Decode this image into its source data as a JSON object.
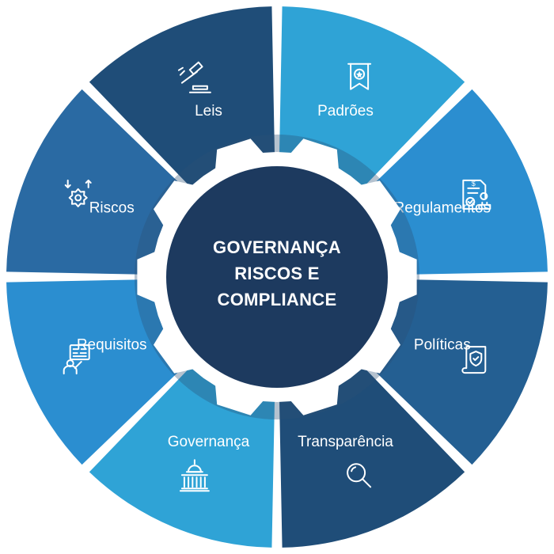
{
  "center": {
    "lines": [
      "GOVERNANÇA",
      "RISCOS E",
      "COMPLIANCE"
    ]
  },
  "colors": {
    "center": "#1d3a5f",
    "gear": "#ffffff",
    "ring": "#2b4f76"
  },
  "segments": [
    {
      "id": "padroes",
      "label": "Padrões",
      "icon": "ribbon-banner-icon",
      "color": "#2fa3d6"
    },
    {
      "id": "regulamentos",
      "label": "Regulamentos",
      "icon": "document-stamp-icon",
      "color": "#2b8ed0"
    },
    {
      "id": "politicas",
      "label": "Políticas",
      "icon": "scroll-shield-icon",
      "color": "#245f92"
    },
    {
      "id": "transparencia",
      "label": "Transparência",
      "icon": "magnifier-icon",
      "color": "#1f4d78"
    },
    {
      "id": "governanca",
      "label": "Governança",
      "icon": "capitol-building-icon",
      "color": "#2fa3d6"
    },
    {
      "id": "requisitos",
      "label": "Requisitos",
      "icon": "presenter-board-icon",
      "color": "#2b8ed0"
    },
    {
      "id": "riscos",
      "label": "Riscos",
      "icon": "gear-arrows-icon",
      "color": "#2a6aa3"
    },
    {
      "id": "leis",
      "label": "Leis",
      "icon": "gavel-icon",
      "color": "#1f4d78"
    }
  ]
}
